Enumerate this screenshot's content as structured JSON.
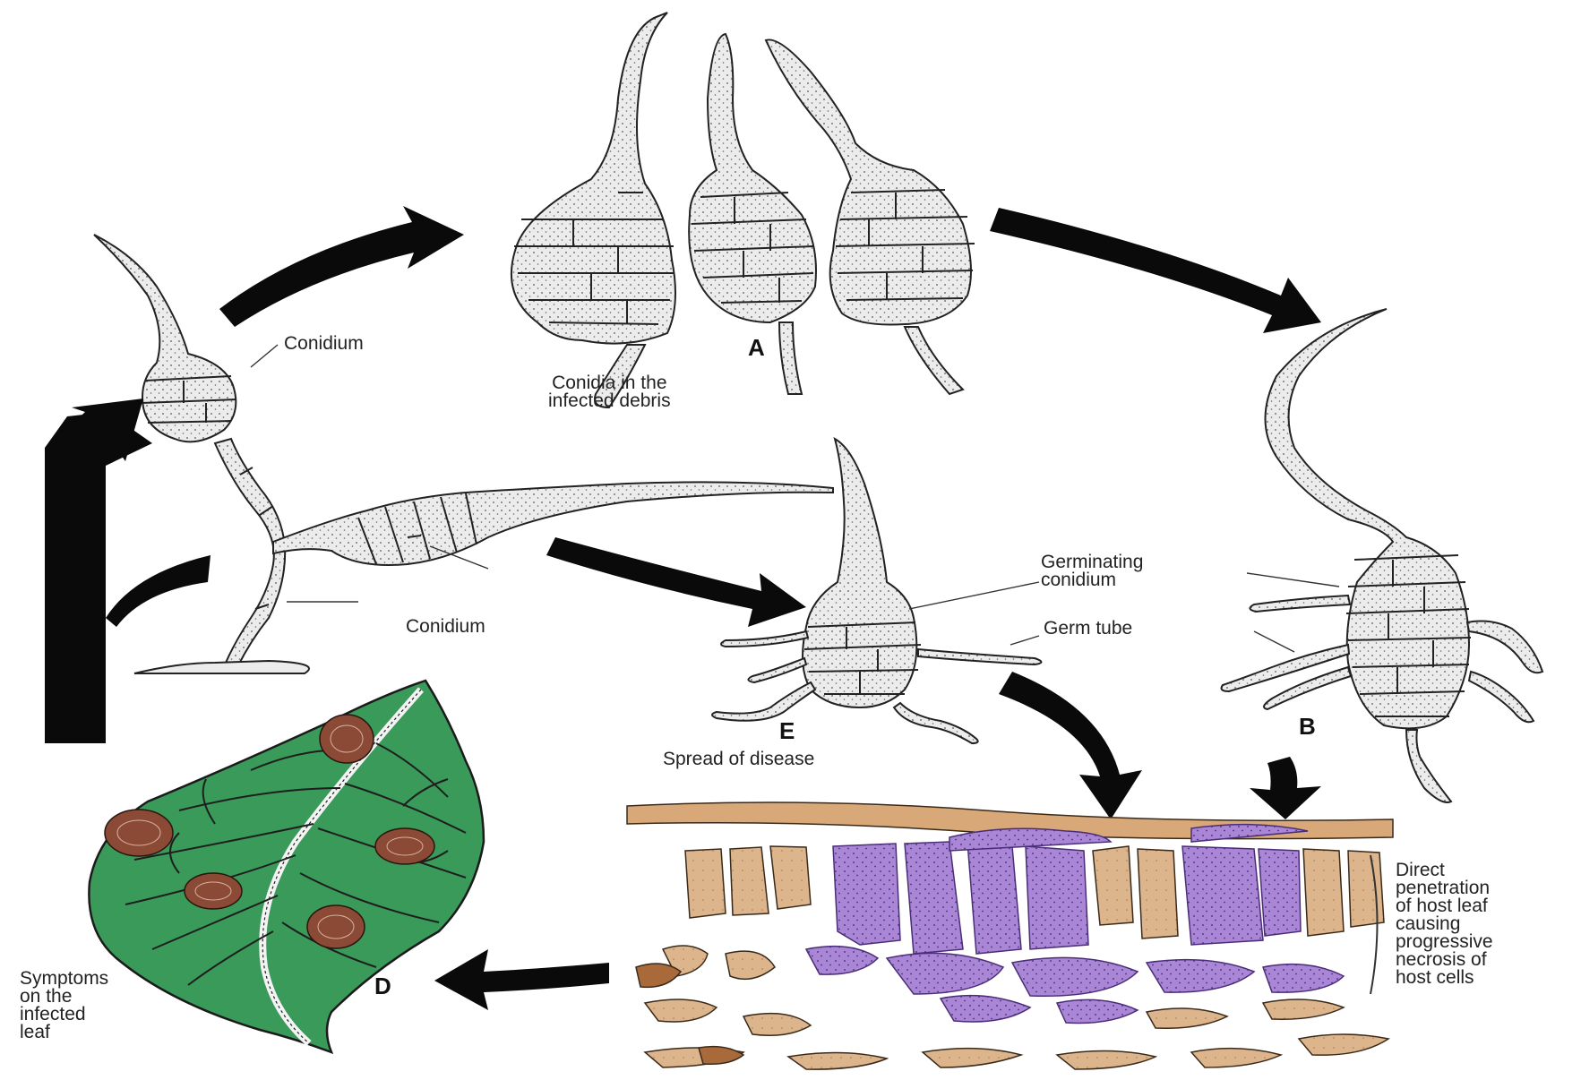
{
  "labels": {
    "conidium_top": "Conidium",
    "conidia_debris": "Conidia in the\ninfected debris",
    "letter_a": "A",
    "conidium_lower": "Conidium",
    "germinating_conidium": "Germinating\nconidium",
    "germ_tube": "Germ tube",
    "letter_e": "E",
    "spread": "Spread of disease",
    "letter_b": "B",
    "penetration": "Direct\npenetration\nof host leaf\ncausing\nprogressive\nnecrosis of\nhost cells",
    "symptoms": "Symptoms\non the\ninfected\nleaf",
    "letter_d": "D"
  },
  "colors": {
    "leaf": "#3a9a5a",
    "leaf_vein": "#1e1e1e",
    "lesion": "#7a3b2a",
    "host_cell": "#d8b48c",
    "infected_cell": "#a37ad0",
    "arrow": "#0a0a0a",
    "spore": "#e9e9e9"
  }
}
